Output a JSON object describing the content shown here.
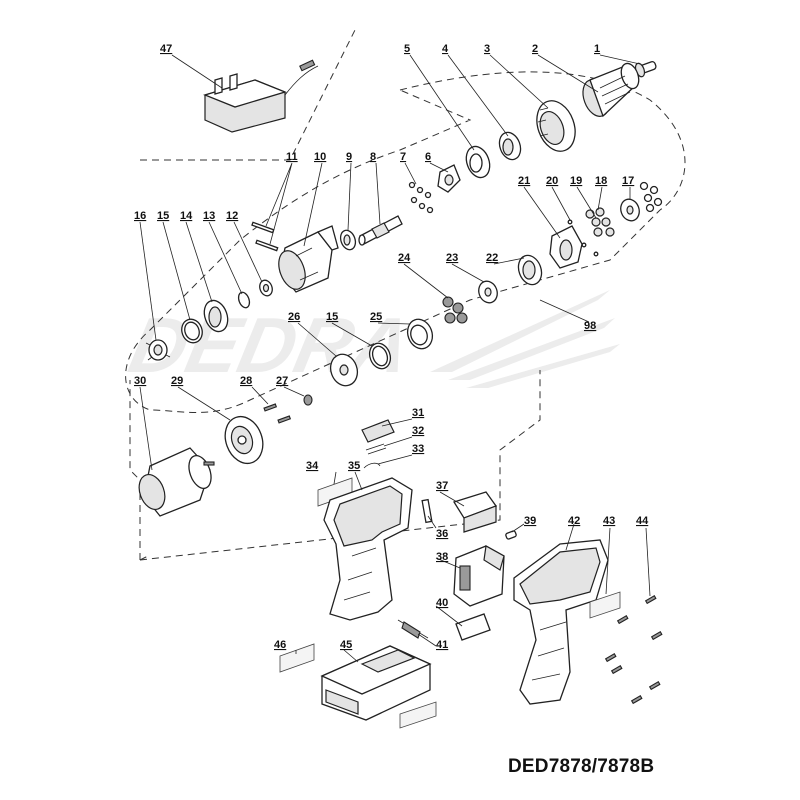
{
  "watermark": "DEDRA",
  "model": "DED7878/7878B",
  "part_labels": [
    {
      "name": "part-label-1",
      "text": "1"
    },
    {
      "name": "part-label-2",
      "text": "2"
    },
    {
      "name": "part-label-3",
      "text": "3"
    },
    {
      "name": "part-label-4",
      "text": "4"
    },
    {
      "name": "part-label-5",
      "text": "5"
    },
    {
      "name": "part-label-6",
      "text": "6"
    },
    {
      "name": "part-label-7",
      "text": "7"
    },
    {
      "name": "part-label-8",
      "text": "8"
    },
    {
      "name": "part-label-9",
      "text": "9"
    },
    {
      "name": "part-label-10",
      "text": "10"
    },
    {
      "name": "part-label-11",
      "text": "11"
    },
    {
      "name": "part-label-12",
      "text": "12"
    },
    {
      "name": "part-label-13",
      "text": "13"
    },
    {
      "name": "part-label-14",
      "text": "14"
    },
    {
      "name": "part-label-15a",
      "text": "15"
    },
    {
      "name": "part-label-15b",
      "text": "15"
    },
    {
      "name": "part-label-16",
      "text": "16"
    },
    {
      "name": "part-label-17",
      "text": "17"
    },
    {
      "name": "part-label-18",
      "text": "18"
    },
    {
      "name": "part-label-19",
      "text": "19"
    },
    {
      "name": "part-label-20",
      "text": "20"
    },
    {
      "name": "part-label-21",
      "text": "21"
    },
    {
      "name": "part-label-22",
      "text": "22"
    },
    {
      "name": "part-label-23",
      "text": "23"
    },
    {
      "name": "part-label-24",
      "text": "24"
    },
    {
      "name": "part-label-25",
      "text": "25"
    },
    {
      "name": "part-label-26",
      "text": "26"
    },
    {
      "name": "part-label-27",
      "text": "27"
    },
    {
      "name": "part-label-28",
      "text": "28"
    },
    {
      "name": "part-label-29",
      "text": "29"
    },
    {
      "name": "part-label-30",
      "text": "30"
    },
    {
      "name": "part-label-31",
      "text": "31"
    },
    {
      "name": "part-label-32",
      "text": "32"
    },
    {
      "name": "part-label-33",
      "text": "33"
    },
    {
      "name": "part-label-34",
      "text": "34"
    },
    {
      "name": "part-label-35",
      "text": "35"
    },
    {
      "name": "part-label-36",
      "text": "36"
    },
    {
      "name": "part-label-37",
      "text": "37"
    },
    {
      "name": "part-label-38",
      "text": "38"
    },
    {
      "name": "part-label-39",
      "text": "39"
    },
    {
      "name": "part-label-40",
      "text": "40"
    },
    {
      "name": "part-label-41",
      "text": "41"
    },
    {
      "name": "part-label-42",
      "text": "42"
    },
    {
      "name": "part-label-43",
      "text": "43"
    },
    {
      "name": "part-label-44",
      "text": "44"
    },
    {
      "name": "part-label-45",
      "text": "45"
    },
    {
      "name": "part-label-46",
      "text": "46"
    },
    {
      "name": "part-label-47",
      "text": "47"
    },
    {
      "name": "part-label-98",
      "text": "98"
    }
  ]
}
